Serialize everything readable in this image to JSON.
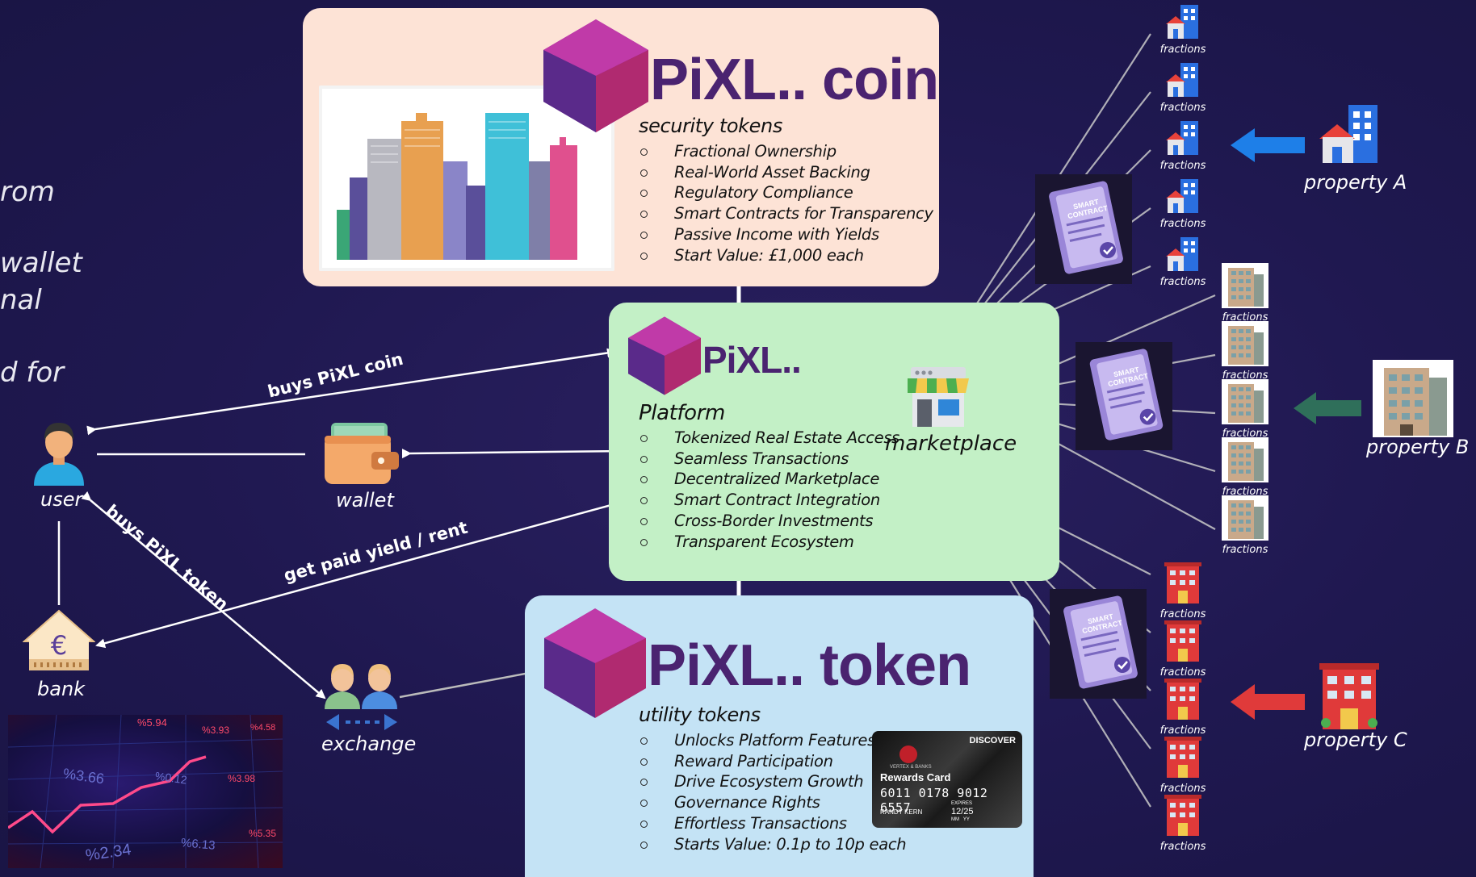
{
  "left_edge_text": [
    "rom",
    "wallet",
    "nal",
    "d for"
  ],
  "pixl_coin": {
    "brand": "PiXL.. coin",
    "subtitle": "security tokens",
    "bullets": [
      "Fractional Ownership",
      "Real-World Asset Backing",
      "Regulatory Compliance",
      "Smart Contracts for Transparency",
      "Passive Income with Yields",
      "Start Value: £1,000 each"
    ]
  },
  "platform": {
    "brand": "PiXL..",
    "subtitle": "Platform",
    "bullets": [
      "Tokenized Real Estate Access",
      "Seamless Transactions",
      "Decentralized Marketplace",
      "Smart Contract Integration",
      "Cross-Border Investments",
      "Transparent Ecosystem"
    ],
    "marketplace_label": "marketplace"
  },
  "pixl_token": {
    "brand": "PiXL.. token",
    "subtitle": "utility tokens",
    "bullets": [
      "Unlocks Platform Features",
      "Reward Participation",
      "Drive Ecosystem Growth",
      "Governance Rights",
      "Effortless Transactions",
      "Starts Value: 0.1p to 10p each"
    ]
  },
  "card": {
    "issuer": "DISCOVER",
    "bank": "VERTEX & BANKS",
    "title": "Rewards Card",
    "number": "6011 0178 9012 6557",
    "holder": "RANDY KERN",
    "expires_label": "EXPIRES",
    "expiry": "12/25",
    "mm_yy": "MM   YY"
  },
  "actors": {
    "user": "user",
    "wallet": "wallet",
    "bank": "bank",
    "exchange": "exchange"
  },
  "arrows": {
    "buys_coin": "buys PiXL coin",
    "buys_token": "buys PiXL token",
    "yield": "get paid yield / rent"
  },
  "properties": {
    "a": "property A",
    "b": "property B",
    "c": "property C"
  },
  "smart_contract_text": "SMART CONTRACT",
  "fraction_label": "fractions",
  "stock_numbers": [
    "%3.66",
    "%0.12",
    "%2.34",
    "%6.13",
    "%3.98",
    "%5.94",
    "%3.93",
    "%5.35",
    "%4.58"
  ],
  "colors": {
    "background": "#231b55",
    "coin_panel": "#fde3d6",
    "platform_panel": "#c3f0c6",
    "token_panel": "#c4e3f5",
    "brand_text": "#4a2370",
    "arrow_blue": "#1e7fe8",
    "arrow_green": "#2f6f5a",
    "arrow_red": "#e03a3a"
  }
}
